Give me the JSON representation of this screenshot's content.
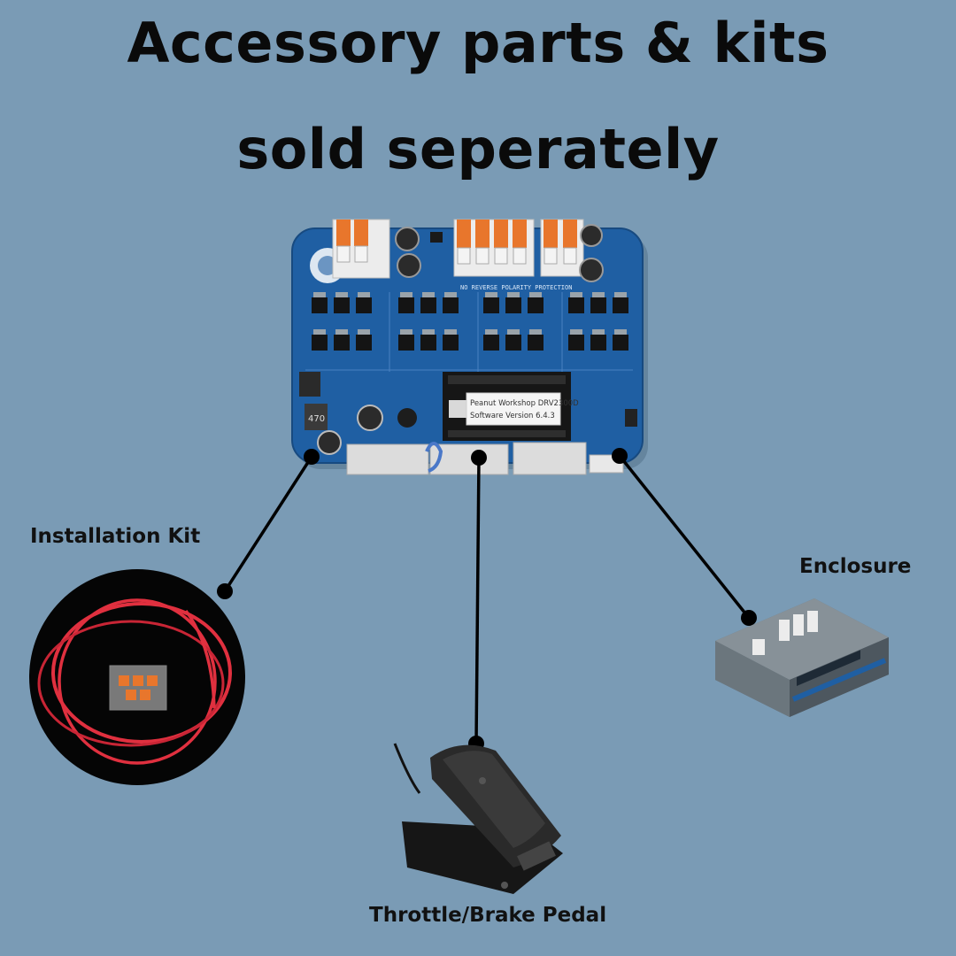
{
  "header": {
    "line1": "Accessory parts & kits",
    "line2": "sold seperately"
  },
  "labels": {
    "installation_kit": "Installation Kit",
    "enclosure": "Enclosure",
    "pedal": "Throttle/Brake Pedal"
  },
  "board_sticker": {
    "line1": "Peanut Workshop DRV2300D",
    "line2": "Software Version 6.4.3"
  },
  "board_print": {
    "polarity": "NO REVERSE POLARITY PROTECTION",
    "inductor": "470"
  },
  "colors": {
    "background": "#7a9bb5",
    "board": "#1f5fa3",
    "connector_orange": "#e8762c",
    "wire_red": "#e0303f"
  }
}
